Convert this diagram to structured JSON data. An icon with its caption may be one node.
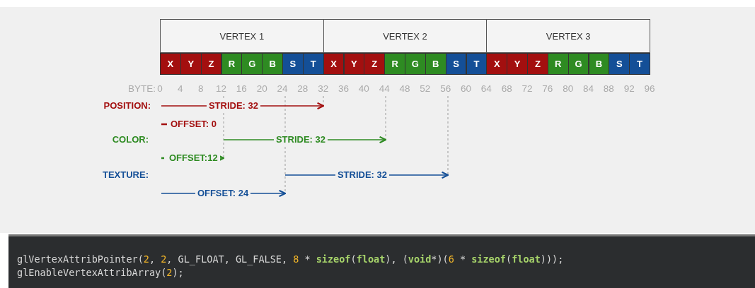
{
  "diagram": {
    "nodes": [
      {
        "text": [
          "VERTEX 1"
        ]
      },
      {
        "text": [
          "VERTEX 2"
        ]
      },
      {
        "text": [
          "VERTEX 3"
        ]
      },
      {
        "text": [
          "X"
        ]
      },
      {
        "text": [
          "Y"
        ]
      },
      {
        "text": [
          "Z"
        ]
      },
      {
        "text": [
          "R"
        ]
      },
      {
        "text": [
          "G"
        ]
      },
      {
        "text": [
          "B"
        ]
      },
      {
        "text": [
          "S"
        ]
      },
      {
        "text": [
          "T"
        ]
      },
      {
        "text": [
          "X"
        ]
      },
      {
        "text": [
          "Y"
        ]
      },
      {
        "text": [
          "Z"
        ]
      },
      {
        "text": [
          "R"
        ]
      },
      {
        "text": [
          "G"
        ]
      },
      {
        "text": [
          "B"
        ]
      },
      {
        "text": [
          "S"
        ]
      },
      {
        "text": [
          "T"
        ]
      },
      {
        "text": [
          "X"
        ]
      },
      {
        "text": [
          "Y"
        ]
      },
      {
        "text": [
          "Z"
        ]
      },
      {
        "text": [
          "R"
        ]
      },
      {
        "text": [
          "G"
        ]
      },
      {
        "text": [
          "B"
        ]
      },
      {
        "text": [
          "S"
        ]
      },
      {
        "text": [
          "T"
        ]
      }
    ],
    "labels": [
      "BYTE:",
      "0",
      "4",
      "8",
      "12",
      "16",
      "20",
      "24",
      "28",
      "32",
      "36",
      "40",
      "44",
      "48",
      "52",
      "56",
      "60",
      "64",
      "68",
      "72",
      "76",
      "80",
      "84",
      "88",
      "92",
      "96",
      "POSITION:",
      "STRIDE: 32",
      "OFFSET: 0",
      "COLOR:",
      "STRIDE: 32",
      "OFFSET:12",
      "TEXTURE:",
      "STRIDE: 32",
      "OFFSET: 24",
      "glVertexAttribPointer(2, 2, GL_FLOAT, GL_FALSE, 8 * **sizeof**(**float**), (**void***)(6 * **sizeof**(**float**)));",
      "glEnableVertexAttribArray(2);"
    ]
  }
}
